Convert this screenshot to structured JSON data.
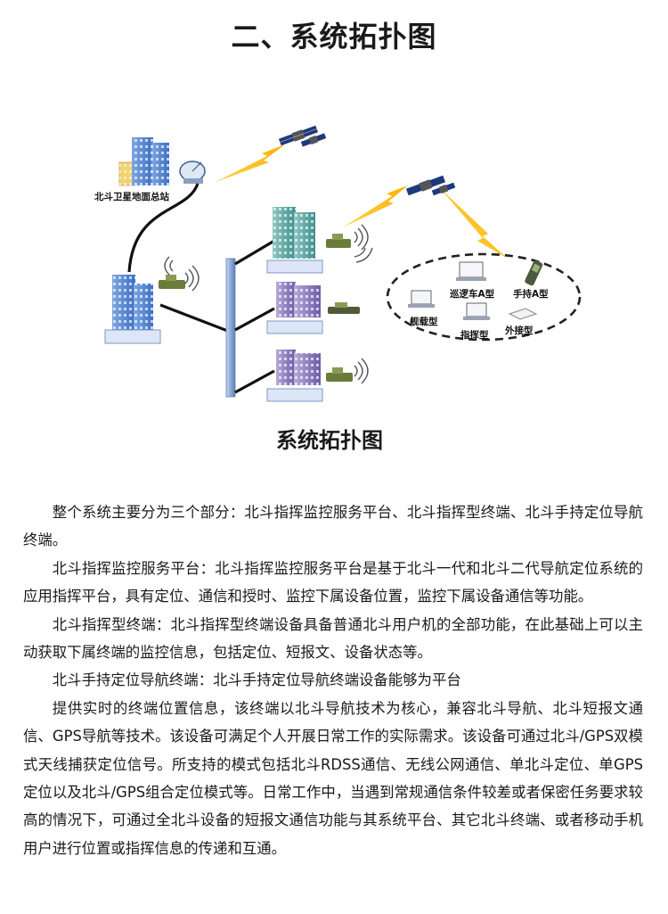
{
  "page_title": "二、系统拓扑图",
  "diagram": {
    "caption": "系统拓扑图",
    "labels": {
      "ground_station": "北斗卫星地面总站",
      "patrol_car": "巡逻车A型",
      "handheld": "手持A型",
      "shipborne": "舰载型",
      "command": "指挥型",
      "external": "外接型"
    }
  },
  "paragraphs": [
    "整个系统主要分为三个部分：北斗指挥监控服务平台、北斗指挥型终端、北斗手持定位导航终端。",
    "北斗指挥监控服务平台：北斗指挥监控服务平台是基于北斗一代和北斗二代导航定位系统的应用指挥平台，具有定位、通信和授时、监控下属设备位置，监控下属设备通信等功能。",
    "北斗指挥型终端：北斗指挥型终端设备具备普通北斗用户机的全部功能，在此基础上可以主动获取下属终端的监控信息，包括定位、短报文、设备状态等。",
    "北斗手持定位导航终端：北斗手持定位导航终端设备能够为平台",
    "提供实时的终端位置信息，该终端以北斗导航技术为核心，兼容北斗导航、北斗短报文通信、GPS导航等技术。该设备可满足个人开展日常工作的实际需求。该设备可通过北斗/GPS双模式天线捕获定位信号。所支持的模式包括北斗RDSS通信、无线公网通信、单北斗定位、单GPS定位以及北斗/GPS组合定位模式等。日常工作中，当遇到常规通信条件较差或者保密任务要求较高的情况下，可通过全北斗设备的短报文通信功能与其系统平台、其它北斗终端、或者移动手机用户进行位置或指挥信息的传递和互通。"
  ]
}
